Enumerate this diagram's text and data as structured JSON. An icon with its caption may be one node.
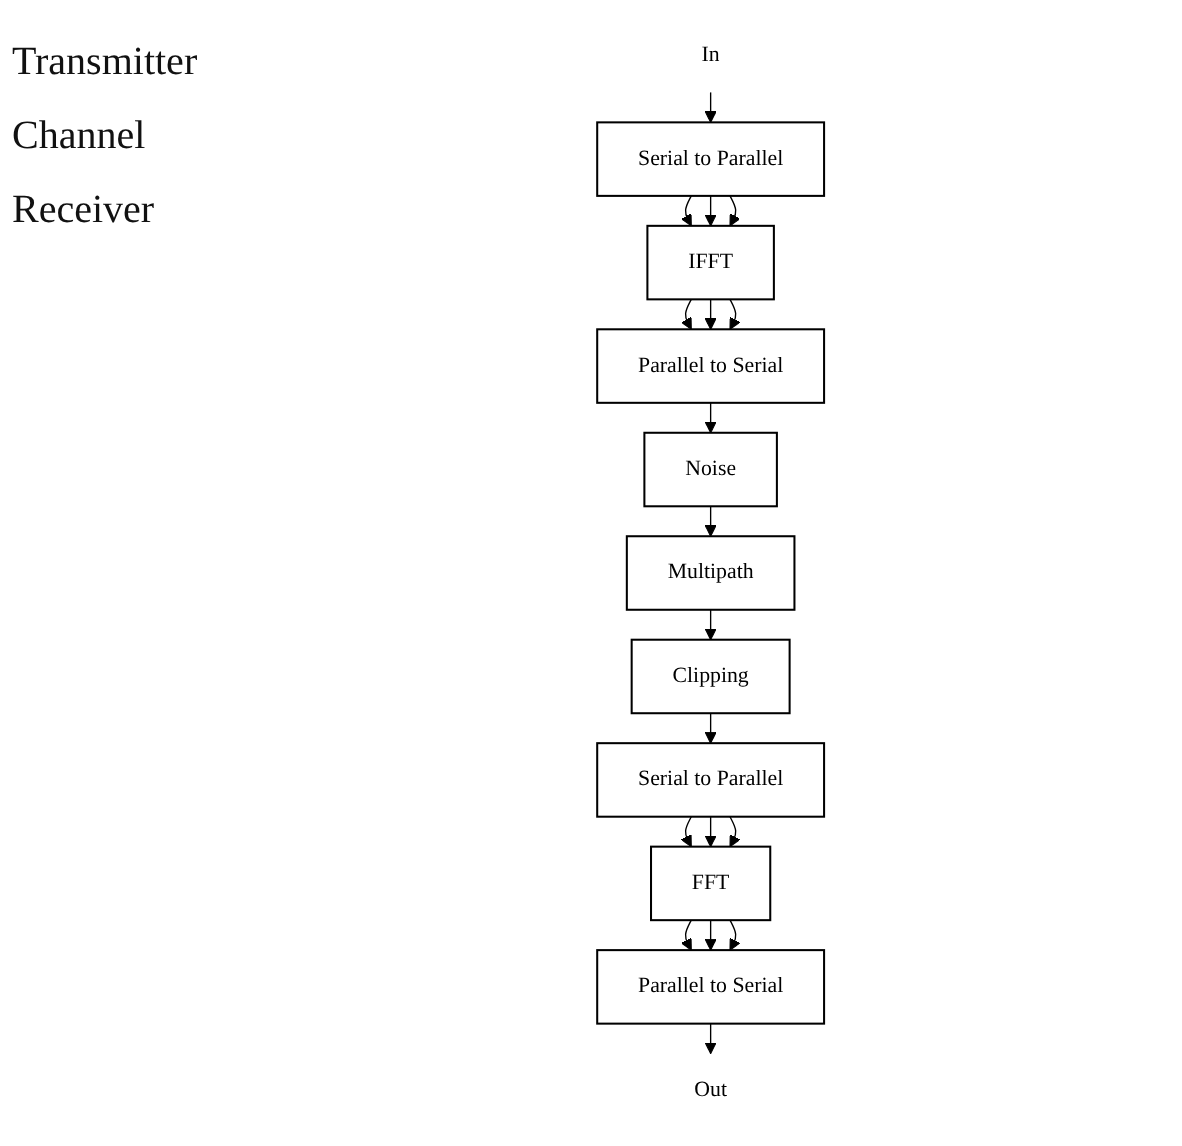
{
  "diagram": {
    "nodes": [
      {
        "text": [
          "In"
        ]
      },
      {
        "text": [
          "Serial to Parallel"
        ]
      },
      {
        "text": [
          "IFFT"
        ]
      },
      {
        "text": [
          "Parallel to Serial"
        ]
      },
      {
        "text": [
          "Clipping"
        ]
      },
      {
        "text": [
          "Multipath"
        ]
      },
      {
        "text": [
          "Noise"
        ]
      },
      {
        "text": [
          "Serial to Parallel"
        ]
      },
      {
        "text": [
          "FFT"
        ]
      },
      {
        "text": [
          "Parallel to Serial"
        ]
      },
      {
        "text": [
          "Out"
        ]
      }
    ],
    "edges": [
      {
        "from": 0,
        "to": 1,
        "arrow": "to"
      },
      {
        "from": 1,
        "to": 2,
        "arrow": "to"
      },
      {
        "from": 1,
        "to": 2,
        "arrow": "to"
      },
      {
        "from": 1,
        "to": 2,
        "arrow": "to"
      },
      {
        "from": 2,
        "to": 3,
        "arrow": "to"
      },
      {
        "from": 2,
        "to": 3,
        "arrow": "to"
      },
      {
        "from": 2,
        "to": 3,
        "arrow": "to"
      },
      {
        "from": 3,
        "to": 6,
        "arrow": "to"
      },
      {
        "from": 6,
        "to": 5,
        "arrow": "to"
      },
      {
        "from": 5,
        "to": 4,
        "arrow": "to"
      },
      {
        "from": 4,
        "to": 7,
        "arrow": "to"
      },
      {
        "from": 7,
        "to": 8,
        "arrow": "to"
      },
      {
        "from": 7,
        "to": 8,
        "arrow": "to"
      },
      {
        "from": 7,
        "to": 8,
        "arrow": "to"
      },
      {
        "from": 8,
        "to": 9,
        "arrow": "to"
      },
      {
        "from": 8,
        "to": 9,
        "arrow": "to"
      },
      {
        "from": 8,
        "to": 9,
        "arrow": "to"
      },
      {
        "from": 9,
        "to": 10,
        "arrow": "to"
      }
    ],
    "labels": [
      "Transmitter",
      "Channel",
      "Receiver"
    ]
  }
}
